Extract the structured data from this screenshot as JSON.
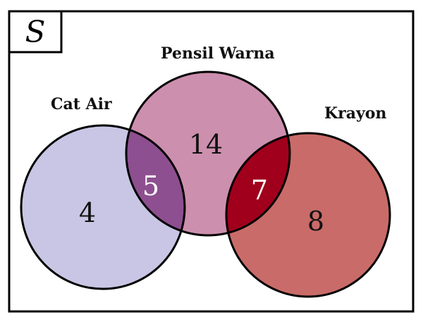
{
  "universe": {
    "label": "S"
  },
  "sets": {
    "cat_air": {
      "label": "Cat Air",
      "color": "#c8c6e4"
    },
    "pensil_warna": {
      "label": "Pensil Warna",
      "color": "#cd8fae"
    },
    "krayon": {
      "label": "Krayon",
      "color": "#c96b69"
    }
  },
  "regions": {
    "only_cat_air": "4",
    "cat_air_and_pensil_warna": "5",
    "only_pensil_warna": "14",
    "pensil_warna_and_krayon": "7",
    "only_krayon": "8"
  },
  "colors": {
    "overlap_cat_air_pensil_warna": "#8e4f90",
    "overlap_pensil_warna_krayon": "#a0001c",
    "outline": "#000000"
  }
}
